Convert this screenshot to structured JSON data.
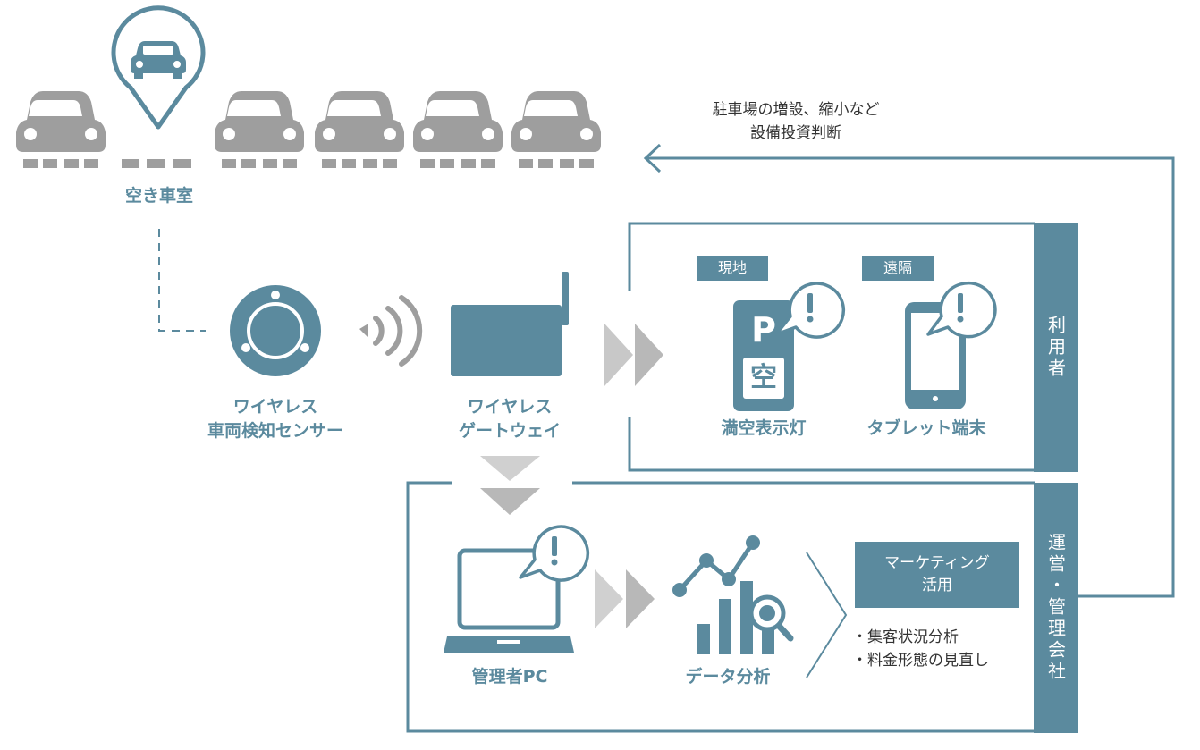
{
  "labels": {
    "empty_space": "空き車室",
    "sensor_line1": "ワイヤレス",
    "sensor_line2": "車両検知センサー",
    "gateway_line1": "ワイヤレス",
    "gateway_line2": "ゲートウェイ",
    "full_empty_light": "満空表示灯",
    "tablet": "タブレット端末",
    "admin_pc": "管理者PC",
    "data_analysis": "データ分析"
  },
  "tags": {
    "onsite": "現地",
    "remote": "遠隔"
  },
  "sign": {
    "p": "P",
    "kuu": "空"
  },
  "sidebars": {
    "users": "利用者",
    "management": "運営・管理会社"
  },
  "investment": {
    "line1": "駐車場の増設、縮小など",
    "line2": "設備投資判断"
  },
  "marketing": {
    "line1": "マーケティング",
    "line2": "活用"
  },
  "bullets": [
    "・集客状況分析",
    "・料金形態の見直し"
  ],
  "colors": {
    "accent": "#5b8a9e",
    "car_gray": "#9e9e9e",
    "arrow_gray": "#c8c8c8",
    "text_dark": "#333333"
  },
  "icons": [
    "car-icon",
    "location-pin-icon",
    "sensor-icon",
    "signal-icon",
    "gateway-icon",
    "sign-icon",
    "tablet-icon",
    "alert-icon",
    "laptop-icon",
    "chart-icon",
    "magnifier-icon"
  ]
}
